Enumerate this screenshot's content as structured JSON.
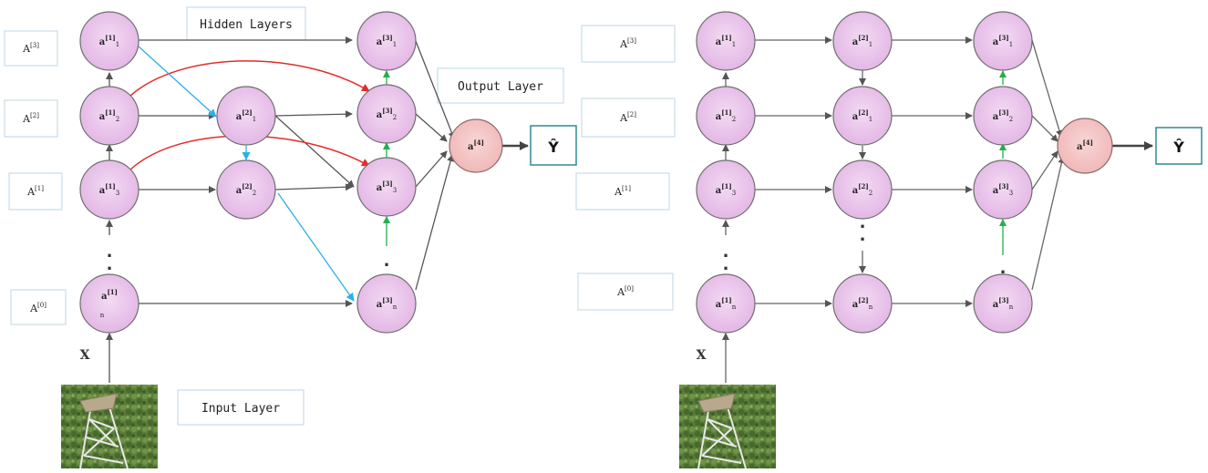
{
  "colors": {
    "node_fill": "#ecc6ec",
    "node_stroke": "#6e6e6e",
    "output_fill": "#f4c3c3",
    "arrow_gray": "#555555",
    "arrow_red": "#e52b2b",
    "arrow_blue": "#2ab0e8",
    "arrow_green": "#22b14c",
    "box_stroke": "#c7dcea",
    "yhat_stroke": "#2e8b94"
  },
  "left": {
    "boxes": {
      "hidden_layers": "Hidden Layers",
      "output_layer": "Output Layer",
      "input_layer": "Input Layer"
    },
    "side_labels": [
      {
        "base": "A",
        "sup": "[3]"
      },
      {
        "base": "A",
        "sup": "[2]"
      },
      {
        "base": "A",
        "sup": "[1]"
      },
      {
        "base": "A",
        "sup": "[0]"
      }
    ],
    "x_label": "X",
    "yhat": "Ŷ",
    "dots": ".",
    "nodes": {
      "l1_1": {
        "base": "a",
        "sup": "[1]",
        "sub": "1"
      },
      "l1_2": {
        "base": "a",
        "sup": "[1]",
        "sub": "2"
      },
      "l1_3": {
        "base": "a",
        "sup": "[1]",
        "sub": "3"
      },
      "l1_n": {
        "base": "a",
        "sup": "[1]",
        "sub": "n"
      },
      "l2_1": {
        "base": "a",
        "sup": "[2]",
        "sub": "1"
      },
      "l2_2": {
        "base": "a",
        "sup": "[2]",
        "sub": "2"
      },
      "l3_1": {
        "base": "a",
        "sup": "[3]",
        "sub": "1"
      },
      "l3_2": {
        "base": "a",
        "sup": "[3]",
        "sub": "2"
      },
      "l3_3": {
        "base": "a",
        "sup": "[3]",
        "sub": "3"
      },
      "l3_n": {
        "base": "a",
        "sup": "[3]",
        "sub": "n"
      },
      "out": {
        "base": "a",
        "sup": "[4]",
        "sub": ""
      }
    }
  },
  "right": {
    "side_labels": [
      {
        "base": "A",
        "sup": "[3]"
      },
      {
        "base": "A",
        "sup": "[2]"
      },
      {
        "base": "A",
        "sup": "[1]"
      },
      {
        "base": "A",
        "sup": "[0]"
      }
    ],
    "x_label": "X",
    "yhat": "Ŷ",
    "dots": ".",
    "nodes": {
      "l1_1": {
        "base": "a",
        "sup": "[1]",
        "sub": "1"
      },
      "l1_2": {
        "base": "a",
        "sup": "[1]",
        "sub": "2"
      },
      "l1_3": {
        "base": "a",
        "sup": "[1]",
        "sub": "3"
      },
      "l1_n": {
        "base": "a",
        "sup": "[1]",
        "sub": "n"
      },
      "l2_1": {
        "base": "a",
        "sup": "[2]",
        "sub": "1"
      },
      "l2_1b": {
        "base": "a",
        "sup": "[2]",
        "sub": "1"
      },
      "l2_2": {
        "base": "a",
        "sup": "[2]",
        "sub": "2"
      },
      "l2_n": {
        "base": "a",
        "sup": "[2]",
        "sub": "n"
      },
      "l3_1": {
        "base": "a",
        "sup": "[3]",
        "sub": "1"
      },
      "l3_2": {
        "base": "a",
        "sup": "[3]",
        "sub": "2"
      },
      "l3_3": {
        "base": "a",
        "sup": "[3]",
        "sub": "3"
      },
      "l3_n": {
        "base": "a",
        "sup": "[3]",
        "sub": "n"
      },
      "out": {
        "base": "a",
        "sup": "[4]",
        "sub": ""
      }
    }
  }
}
